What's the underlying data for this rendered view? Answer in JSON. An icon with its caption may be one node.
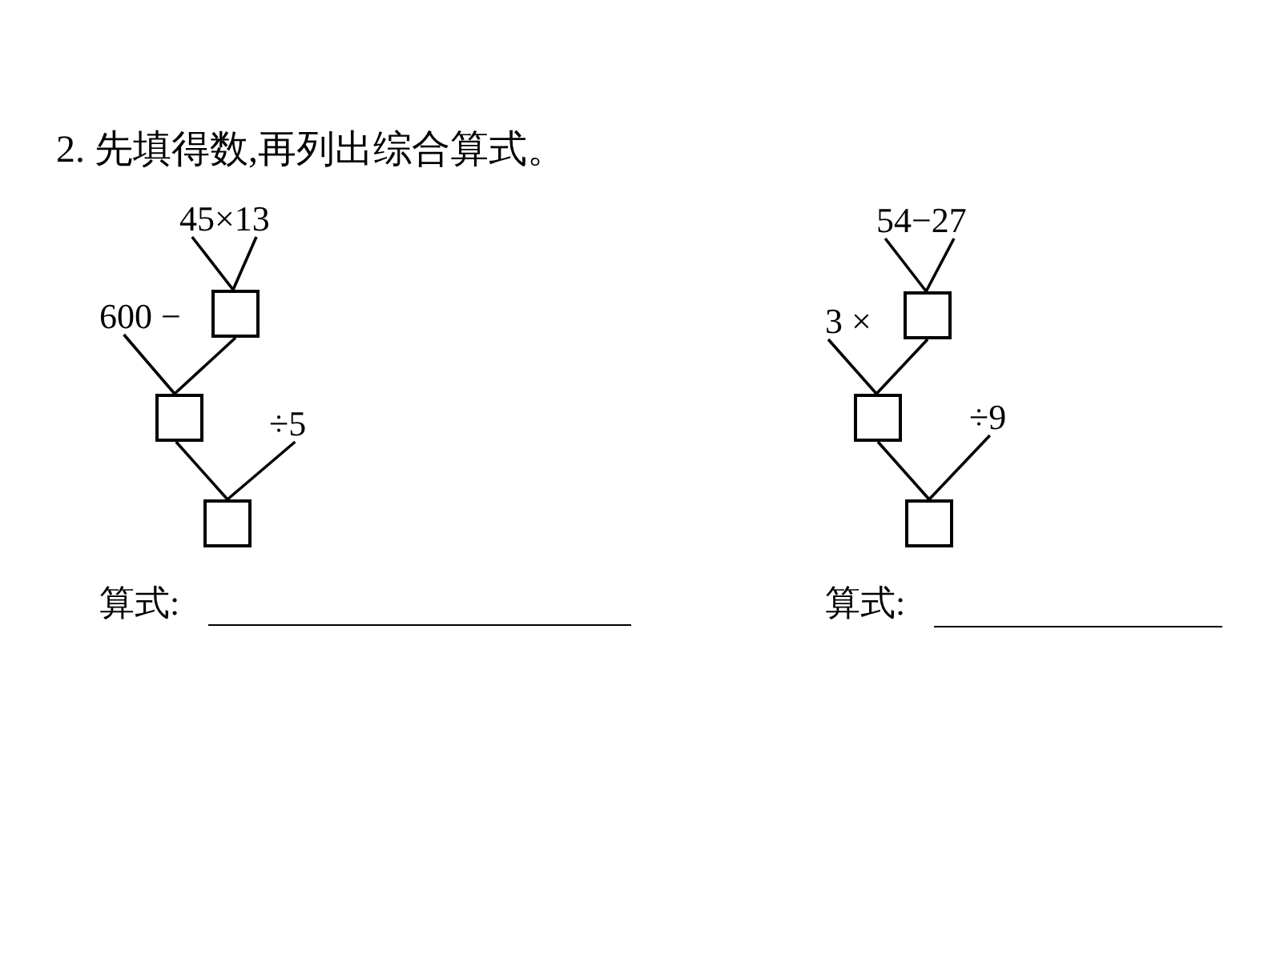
{
  "diagram": {
    "title": "2. 先填得数,再列出综合算式。",
    "nodes": [
      {
        "text": [
          "45×13"
        ]
      },
      {
        "text": [],
        "shape": "box"
      },
      {
        "text": [
          "600 −"
        ]
      },
      {
        "text": [],
        "shape": "box"
      },
      {
        "text": [
          "÷5"
        ]
      },
      {
        "text": [],
        "shape": "box"
      },
      {
        "text": [
          "54−27"
        ]
      },
      {
        "text": [],
        "shape": "box"
      },
      {
        "text": [
          "3 ×"
        ]
      },
      {
        "text": [],
        "shape": "box"
      },
      {
        "text": [
          "÷9"
        ]
      },
      {
        "text": [],
        "shape": "box"
      }
    ],
    "edges": [
      {
        "from": 0,
        "to": 1,
        "arrow": "none"
      },
      {
        "from": 0,
        "to": 1,
        "arrow": "none"
      },
      {
        "from": 1,
        "to": 3,
        "arrow": "none"
      },
      {
        "from": 2,
        "to": 3,
        "arrow": "none"
      },
      {
        "from": 3,
        "to": 5,
        "arrow": "none"
      },
      {
        "from": 4,
        "to": 5,
        "arrow": "none"
      },
      {
        "from": 6,
        "to": 7,
        "arrow": "none"
      },
      {
        "from": 6,
        "to": 7,
        "arrow": "none"
      },
      {
        "from": 7,
        "to": 9,
        "arrow": "none"
      },
      {
        "from": 8,
        "to": 9,
        "arrow": "none"
      },
      {
        "from": 9,
        "to": 11,
        "arrow": "none"
      },
      {
        "from": 10,
        "to": 11,
        "arrow": "none"
      }
    ],
    "labels": [
      "算式:",
      "算式:"
    ]
  }
}
